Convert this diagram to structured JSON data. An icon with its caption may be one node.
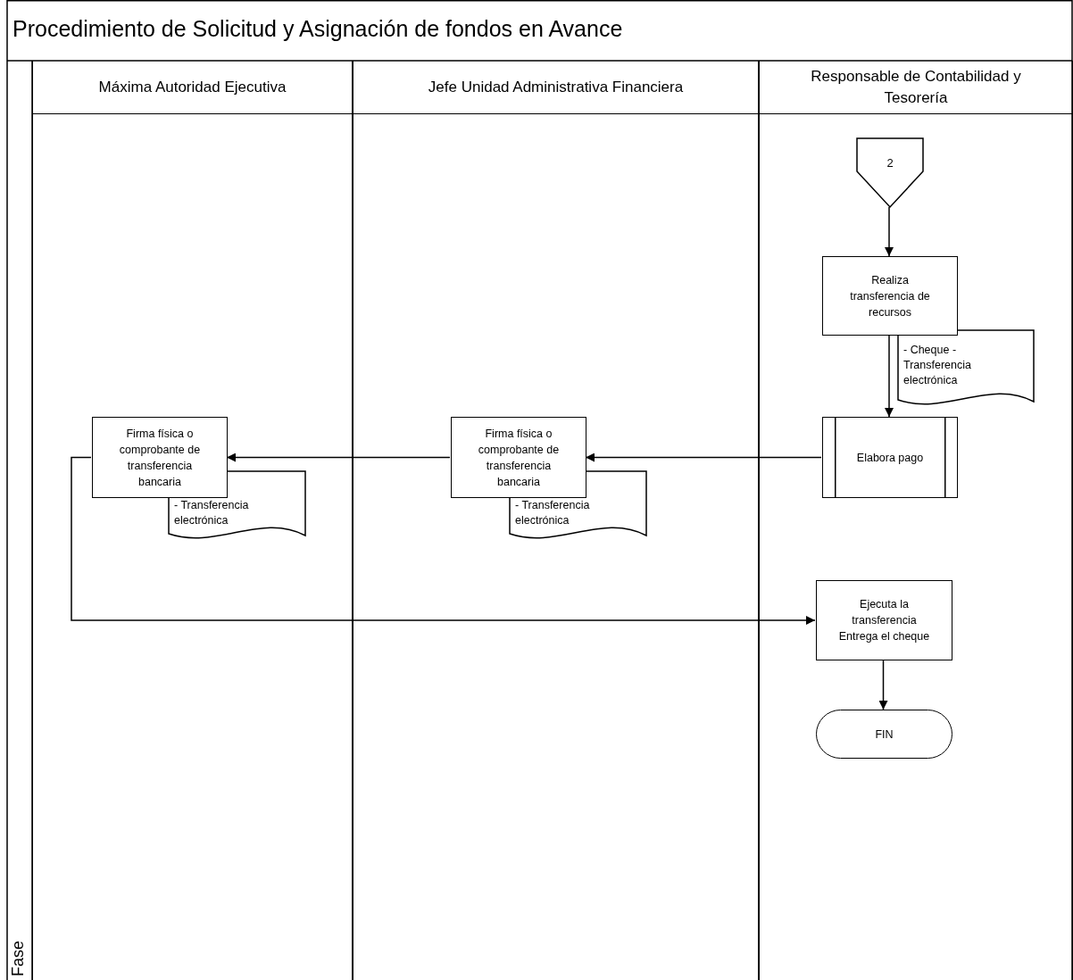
{
  "diagram": {
    "title": "Procedimiento de Solicitud y Asignación de fondos en Avance",
    "nodes": [
      {
        "text": [
          "Máxima Autoridad Ejecutiva"
        ]
      },
      {
        "text": [
          "Jefe Unidad Administrativa Financiera"
        ]
      },
      {
        "text": [
          "Responsable de Contabilidad y Tesorería"
        ]
      },
      {
        "text": [
          "2"
        ],
        "in": 2
      },
      {
        "text": [
          "Realiza transferencia de recursos"
        ],
        "in": 2
      },
      {
        "text": [
          "- Cheque - Transferencia electrónica"
        ],
        "in": 2
      },
      {
        "text": [
          "Elabora pago"
        ],
        "in": 2
      },
      {
        "text": [
          "Firma física o comprobante de transferencia bancaria"
        ],
        "in": 1
      },
      {
        "text": [
          "- Transferencia electrónica"
        ],
        "in": 1
      },
      {
        "text": [
          "Firma física o comprobante de transferencia bancaria"
        ],
        "in": 0
      },
      {
        "text": [
          "- Transferencia electrónica"
        ],
        "in": 0
      },
      {
        "text": [
          "Ejecuta la transferencia Entrega el cheque"
        ],
        "in": 2
      },
      {
        "text": [
          "FIN"
        ],
        "in": 2
      }
    ],
    "edges": [
      {
        "from": 3,
        "to": 4,
        "arrow": "to"
      },
      {
        "from": 4,
        "to": 6,
        "arrow": "to"
      },
      {
        "from": 6,
        "to": 7,
        "arrow": "to"
      },
      {
        "from": 7,
        "to": 9,
        "arrow": "to"
      },
      {
        "from": 9,
        "to": 11,
        "arrow": "to"
      },
      {
        "from": 11,
        "to": 12,
        "arrow": "to"
      }
    ],
    "labels": [
      "Fase"
    ]
  }
}
